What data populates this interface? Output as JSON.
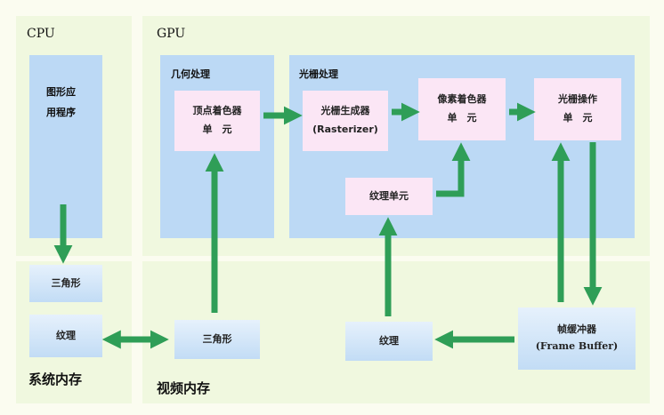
{
  "cpu": {
    "label": "CPU",
    "app_line1": "图形应",
    "app_line2": "用程序"
  },
  "gpu": {
    "label": "GPU"
  },
  "geometry": {
    "label": "几何处理",
    "vertex_shader_line1": "顶点着色器",
    "vertex_shader_line2": "单　元"
  },
  "raster": {
    "label": "光栅处理",
    "rasterizer_line1": "光栅生成器",
    "rasterizer_line2": "(Rasterizer)",
    "pixel_shader_line1": "像素着色器",
    "pixel_shader_line2": "单　元",
    "raster_op_line1": "光栅操作",
    "raster_op_line2": "单　元",
    "texture_unit": "纹理单元"
  },
  "system_memory": {
    "label": "系统内存",
    "triangle": "三角形",
    "texture": "纹理"
  },
  "video_memory": {
    "label": "视频内存",
    "triangle": "三角形",
    "texture": "纹理",
    "frame_buffer_line1": "帧缓冲器",
    "frame_buffer_line2": "(Frame Buffer)"
  },
  "colors": {
    "arrow": "#2f9e57",
    "inner_panel": "#bcd9f5",
    "outer_panel": "#f0f8df",
    "pink_box": "#fbe6f5"
  }
}
